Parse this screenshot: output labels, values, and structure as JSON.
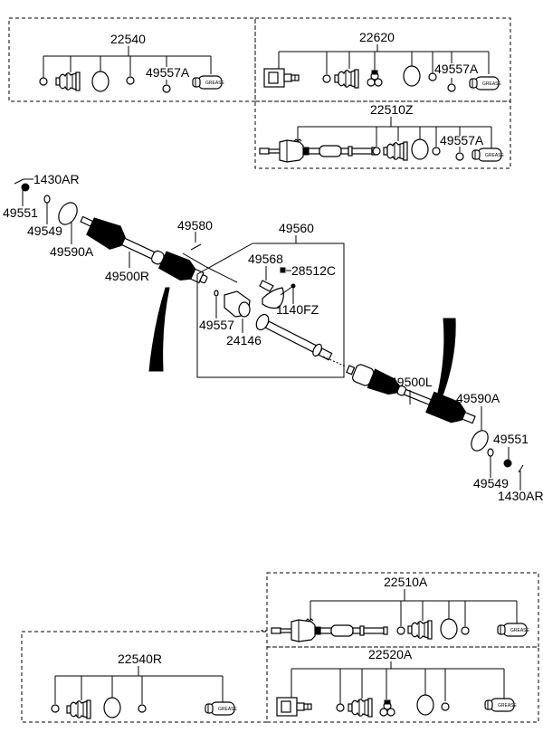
{
  "diagram": {
    "type": "exploded-parts-diagram",
    "subject": "Drive shaft assembly",
    "kits": [
      {
        "id": "kit-22540",
        "part_no": "22540",
        "callouts": [
          "49557A"
        ],
        "contents": [
          "ring",
          "boot",
          "band",
          "clip",
          "49557A",
          "grease"
        ]
      },
      {
        "id": "kit-22620",
        "part_no": "22620",
        "callouts": [
          "49557A"
        ],
        "contents": [
          "housing",
          "ring",
          "boot",
          "spider",
          "band",
          "clip",
          "49557A",
          "grease"
        ]
      },
      {
        "id": "kit-22510Z",
        "part_no": "22510Z",
        "callouts": [
          "49557A"
        ],
        "contents": [
          "shaft-assy",
          "ring",
          "boot",
          "band",
          "clip",
          "49557A",
          "grease"
        ]
      },
      {
        "id": "kit-22510A",
        "part_no": "22510A",
        "callouts": [],
        "contents": [
          "shaft-assy",
          "ring",
          "boot",
          "band",
          "clip",
          "grease"
        ]
      },
      {
        "id": "kit-22540R",
        "part_no": "22540R",
        "callouts": [],
        "contents": [
          "ring",
          "boot",
          "band",
          "clip",
          "grease"
        ]
      },
      {
        "id": "kit-22520A",
        "part_no": "22520A",
        "callouts": [],
        "contents": [
          "housing",
          "ring",
          "boot",
          "spider",
          "band",
          "clip",
          "grease"
        ]
      }
    ],
    "grease_label": "GREASE",
    "main_labels": {
      "r_1430AR": "1430AR",
      "r_49551": "49551",
      "r_49549": "49549",
      "r_49590A": "49590A",
      "r_49500R": "49500R",
      "c_49580": "49580",
      "c_49560": "49560",
      "c_49568": "49568",
      "c_28512C": "28512C",
      "c_1140FZ": "1140FZ",
      "c_49557": "49557",
      "c_24146": "24146",
      "l_49500L": "49500L",
      "l_49590A": "49590A",
      "l_49551": "49551",
      "l_49549": "49549",
      "l_1430AR": "1430AR"
    }
  }
}
